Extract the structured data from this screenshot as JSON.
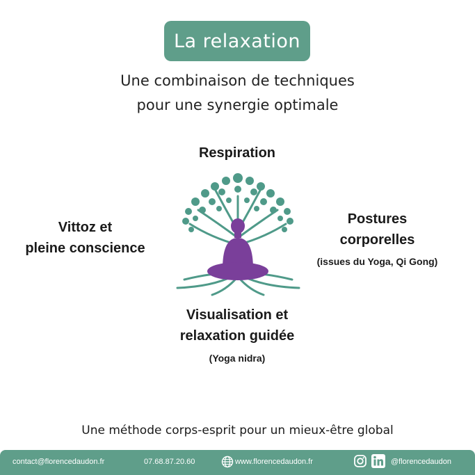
{
  "title": "La relaxation",
  "subtitle": {
    "line1": "Une combinaison de techniques",
    "line2": "pour une synergie optimale"
  },
  "techniques": {
    "respiration": "Respiration",
    "vittoz_line1": "Vittoz et",
    "vittoz_line2": "pleine conscience",
    "postures_line1": "Postures",
    "postures_line2": "corporelles",
    "postures_note": "(issues du Yoga, Qi Gong)",
    "visual_line1": "Visualisation et",
    "visual_line2": "relaxation guidée",
    "visual_note": "(Yoga nidra)"
  },
  "tagline": "Une méthode corps-esprit pour un mieux-être global",
  "footer": {
    "email": "contact@florencedaudon.fr",
    "phone": "07.68.87.20.60",
    "website": "www.florencedaudon.fr",
    "handle": "@florencedaudon"
  },
  "icons": {
    "illustration": "tree-meditation-icon",
    "web": "globe-icon",
    "instagram": "instagram-icon",
    "linkedin": "linkedin-icon"
  },
  "colors": {
    "accent": "#5f9e8a",
    "tree": "#4f9a89",
    "figure": "#7a3f9a"
  }
}
